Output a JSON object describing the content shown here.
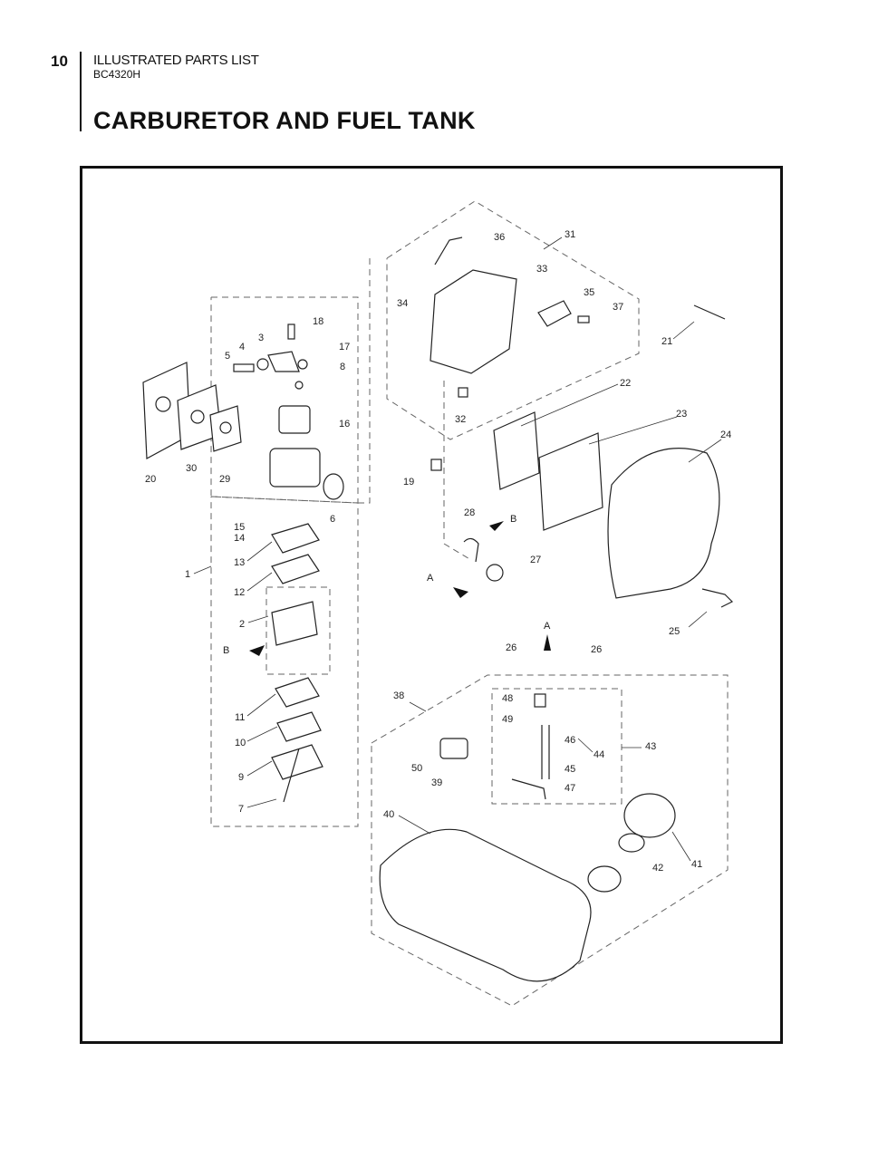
{
  "header": {
    "page_number": "10",
    "doc_title": "ILLUSTRATED PARTS LIST",
    "model": "BC4320H",
    "section_title": "CARBURETOR AND FUEL TANK"
  },
  "diagram": {
    "callouts": [
      "1",
      "2",
      "3",
      "4",
      "5",
      "6",
      "7",
      "8",
      "9",
      "10",
      "11",
      "12",
      "13",
      "14",
      "15",
      "16",
      "17",
      "18",
      "19",
      "20",
      "21",
      "22",
      "23",
      "24",
      "25",
      "26",
      "26",
      "27",
      "28",
      "29",
      "30",
      "31",
      "32",
      "33",
      "34",
      "35",
      "36",
      "37",
      "38",
      "39",
      "40",
      "41",
      "42",
      "43",
      "44",
      "45",
      "46",
      "47",
      "48",
      "49",
      "50",
      "A",
      "A",
      "B",
      "B"
    ]
  }
}
